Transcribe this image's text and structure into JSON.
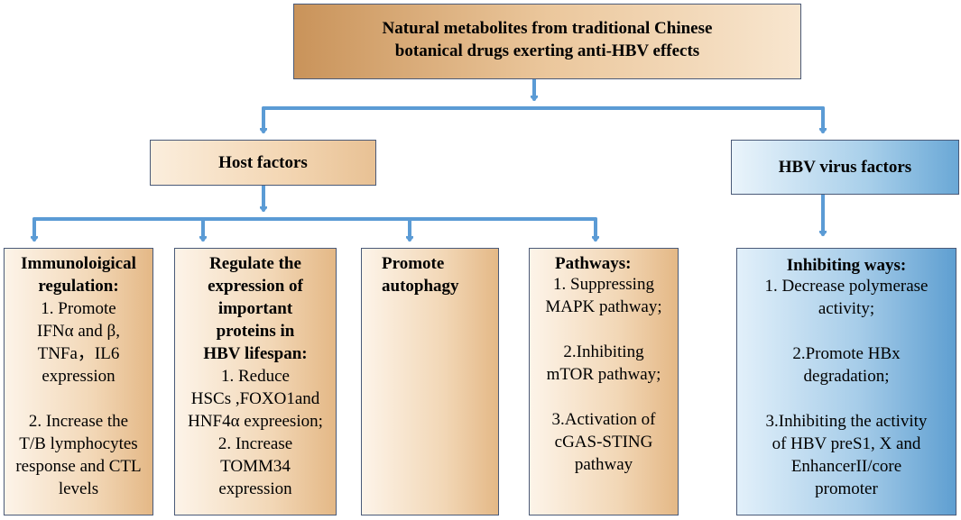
{
  "title": {
    "lines": [
      "Natural metabolites from traditional Chinese",
      "botanical drugs  exerting anti-HBV effects"
    ]
  },
  "host": {
    "label": "Host factors"
  },
  "virus": {
    "label": "HBV virus factors"
  },
  "boxes": {
    "immuno": {
      "heading": [
        "Immunoloigical",
        "regulation:"
      ],
      "body": [
        "1. Promote",
        "IFNα and β,",
        "TNFa，IL6",
        "expression",
        "",
        "2. Increase the",
        "T/B lymphocytes",
        "response and CTL",
        "levels"
      ]
    },
    "regulate": {
      "heading": [
        "Regulate the",
        "expression of",
        "important",
        "proteins in",
        "HBV lifespan:"
      ],
      "body": [
        "1. Reduce",
        "HSCs ,FOXO1and",
        "HNF4α expreesion;",
        "2. Increase",
        "TOMM34",
        "expression"
      ]
    },
    "autophagy": {
      "heading": [
        "Promote",
        "autophagy"
      ]
    },
    "pathways": {
      "heading": [
        "Pathways:"
      ],
      "body": [
        "1. Suppressing",
        "MAPK pathway;",
        "",
        "2.Inhibiting",
        "mTOR pathway;",
        "",
        "3.Activation of",
        "cGAS-STING",
        "pathway"
      ]
    },
    "inhibit": {
      "heading": [
        "Inhibiting ways:"
      ],
      "body": [
        "1. Decrease polymerase",
        "activity;",
        "",
        "2.Promote HBx",
        "degradation;",
        "",
        "3.Inhibiting the activity",
        "of HBV preS1, X and",
        "EnhancerII/core",
        "promoter"
      ]
    }
  },
  "colors": {
    "arrow": "#5b9bd5",
    "warm_dark": "#c9935a",
    "warm_light": "#fdf4e9",
    "cool_dark": "#5f9fd1",
    "cool_light": "#e2f0fa",
    "border": "#4a5a78"
  }
}
